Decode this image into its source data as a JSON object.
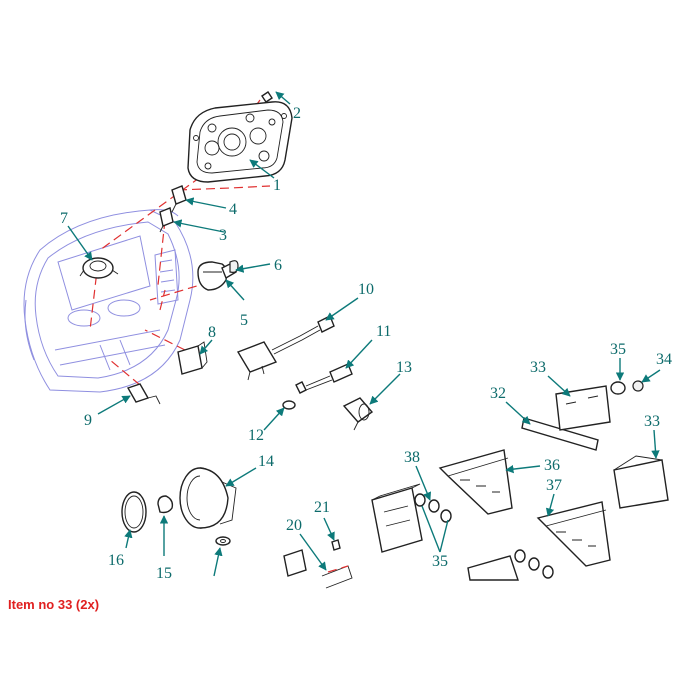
{
  "caption": "Item no 33 (2x)",
  "colors": {
    "label": "#0d6b6b",
    "leader": "#0d7a7a",
    "caption": "#e02020",
    "assembly_line": "#e03030",
    "housing": "#8f8fe0"
  },
  "callouts": [
    "1",
    "2",
    "3",
    "4",
    "5",
    "6",
    "7",
    "8",
    "9",
    "10",
    "11",
    "12",
    "13",
    "14",
    "15",
    "16",
    "20",
    "21",
    "32",
    "33",
    "33",
    "34",
    "35",
    "35",
    "36",
    "37",
    "38"
  ]
}
